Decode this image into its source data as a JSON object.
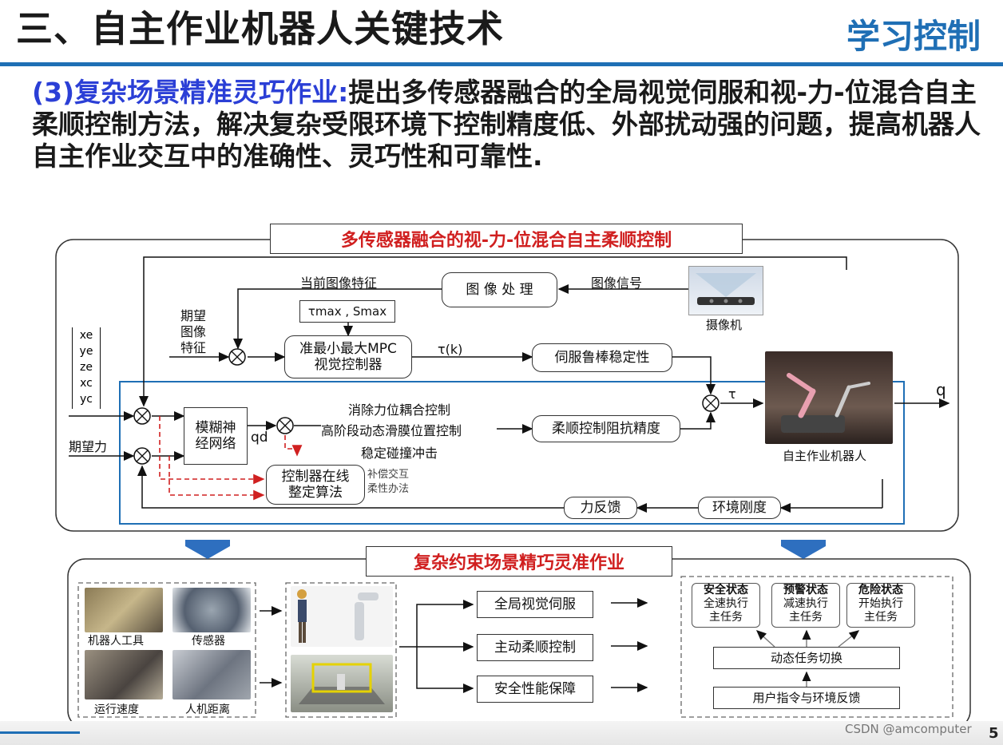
{
  "header": {
    "title": "三、自主作业机器人关键技术",
    "section_tag": "学习控制"
  },
  "intro": {
    "highlight": "(3)复杂场景精准灵巧作业:",
    "text": "提出多传感器融合的全局视觉伺服和视-力-位混合自主柔顺控制方法，解决复杂受限环境下控制精度低、外部扰动强的问题，提高机器人自主作业交互中的准确性、灵巧性和可靠性."
  },
  "top_panel": {
    "title": "多传感器融合的视-力-位混合自主柔顺控制",
    "current_image_feature": "当前图像特征",
    "image_processing": "图 像 处 理",
    "image_signal": "图像信号",
    "camera": "摄像机",
    "tau_max": "τmax , Smax",
    "desired_image_feature": "期望\n图像\n特征",
    "mpc_controller": "准最小最大MPC\n视觉控制器",
    "tau_k": "τ(k)",
    "servo_robust": "伺服鲁棒稳定性",
    "state_vector": [
      "xe",
      "ye",
      "ze",
      "xc",
      "yc"
    ],
    "desired_force": "期望力",
    "fuzzy_nn": "模糊神\n经网络",
    "qd": "qd",
    "decouple": "消除力位耦合控制",
    "high_order": "高阶段动态滑膜位置控制",
    "stable_collision": "稳定碰撞冲击",
    "compliance": "柔顺控制阻抗精度",
    "tau": "τ",
    "robot": "自主作业机器人",
    "q": "q",
    "online_tuning": "控制器在线\n整定算法",
    "compensation": "补偿交互\n柔性办法",
    "force_feedback": "力反馈",
    "env_stiffness": "环境刚度"
  },
  "bottom_panel": {
    "title": "复杂约束场景精巧灵准作业",
    "tools": [
      "机器人工具",
      "传感器",
      "运行速度",
      "人机距离"
    ],
    "methods": [
      "全局视觉伺服",
      "主动柔顺控制",
      "安全性能保障"
    ],
    "states": [
      {
        "name": "安全状态",
        "desc": "全速执行\n主任务"
      },
      {
        "name": "预警状态",
        "desc": "减速执行\n主任务"
      },
      {
        "name": "危险状态",
        "desc": "开始执行\n主任务"
      }
    ],
    "dynamic_switch": "动态任务切换",
    "user_command": "用户指令与环境反馈"
  },
  "footer": {
    "watermark": "CSDN @amcomputer",
    "page_number": "5"
  },
  "colors": {
    "accent_blue": "#1f6fb5",
    "title_red": "#d01f1f",
    "highlight_blue": "#2b3fd6",
    "dashed_red": "#d02020"
  }
}
